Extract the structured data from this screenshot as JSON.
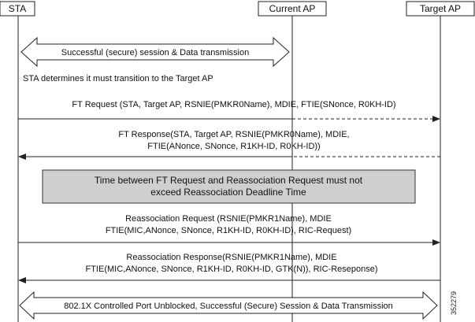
{
  "actors": {
    "sta": "STA",
    "current_ap": "Current AP",
    "target_ap": "Target AP"
  },
  "session_top": "Successful (secure) session & Data transmission",
  "note_transition": "STA determines it must transition to the Target AP",
  "ft_request": "FT Request (STA, Target AP, RSNIE(PMKR0Name), MDIE, FTIE(SNonce, R0KH-ID)",
  "ft_response": {
    "line1": "FT Response(STA, Target AP, RSNIE(PMKR0Name), MDIE,",
    "line2": "FTIE(ANonce, SNonce, R1KH-ID, R0KH-ID))"
  },
  "deadline_box": {
    "line1": "Time between FT Request and Reassociation Request must not",
    "line2": "exceed Reassociation Deadline Time"
  },
  "reassoc_request": {
    "line1": "Reassociation Request (RSNIE(PMKR1Name), MDIE",
    "line2": "FTIE(MIC,ANonce, SNonce, R1KH-ID, R0KH-ID), RIC-Request)"
  },
  "reassoc_response": {
    "line1": "Reassociation Response(RSNIE(PMKR1Name), MDIE",
    "line2": "FTIE(MIC,ANonce, SNonce, R1KH-ID, R0KH-ID, GTK(N)), RIC-Reseponse)"
  },
  "session_bottom": "802.1X Controlled Port Unblocked, Successful (Secure) Session & Data Transmission",
  "figure_id": "352279",
  "colors": {
    "line": "#222222",
    "box_fill": "#cfcfcf",
    "box_border": "#333333"
  }
}
